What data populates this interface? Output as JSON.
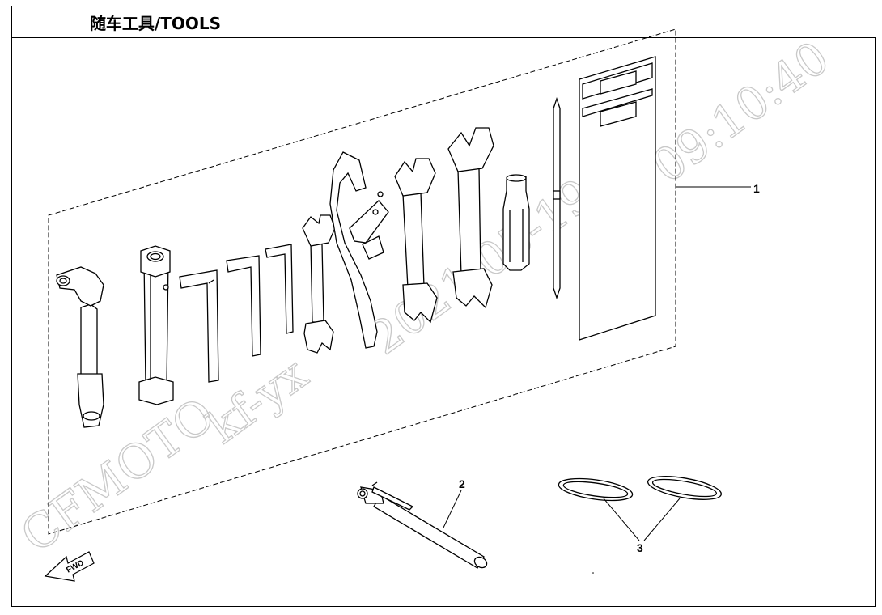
{
  "title": "随车工具/TOOLS",
  "callouts": [
    "1",
    "2",
    "3"
  ],
  "direction_label": "FWD",
  "watermark": {
    "brand": "CFMOTO",
    "user": "kf-yx",
    "date": "2021-05-19",
    "time": "09:10:40"
  }
}
